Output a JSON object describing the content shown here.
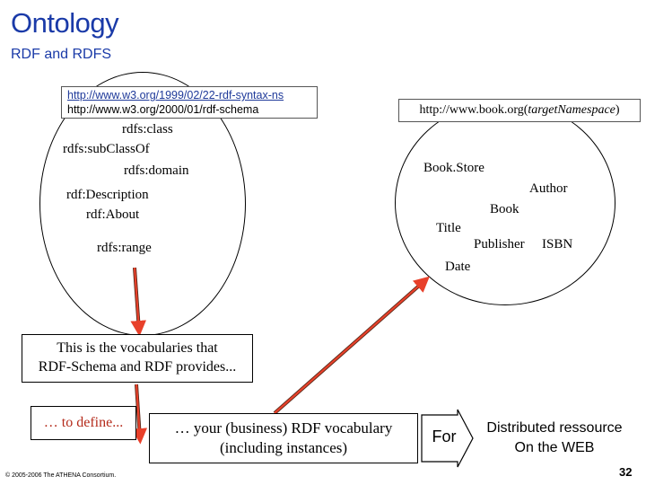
{
  "slide": {
    "title": "Ontology",
    "subtitle": "RDF and RDFS",
    "page_number": "32",
    "copyright": "© 2005-2006 The ATHENA Consortium."
  },
  "left_ontology": {
    "namespaces": [
      "http://www.w3.org/1999/02/22-rdf-syntax-ns",
      "http://www.w3.org/2000/01/rdf-schema"
    ],
    "terms": {
      "rdfs_class": "rdfs:class",
      "rdfs_subclassof": "rdfs:subClassOf",
      "rdfs_domain": "rdfs:domain",
      "rdf_description": "rdf:Description",
      "rdf_about": "rdf:About",
      "rdfs_range": "rdfs:range"
    }
  },
  "right_ontology": {
    "namespace_prefix": "http://www.book.org(",
    "namespace_italic": "targetNamespace",
    "namespace_suffix": ")",
    "terms": {
      "bookstore": "Book.Store",
      "author": "Author",
      "book": "Book",
      "title": "Title",
      "publisher": "Publisher",
      "isbn": "ISBN",
      "date": "Date"
    }
  },
  "boxes": {
    "vocab_line1": "This is the vocabularies that",
    "vocab_line2": "RDF-Schema and RDF provides...",
    "define": "… to define...",
    "your_line1": "… your (business) RDF vocabulary",
    "your_line2": "(including instances)",
    "for": "For",
    "distrib_line1": "Distributed ressource",
    "distrib_line2": "On the WEB"
  },
  "colors": {
    "title": "#1a3aa8",
    "arrow_red": "#e8402a",
    "define_text": "#b42a1a"
  }
}
